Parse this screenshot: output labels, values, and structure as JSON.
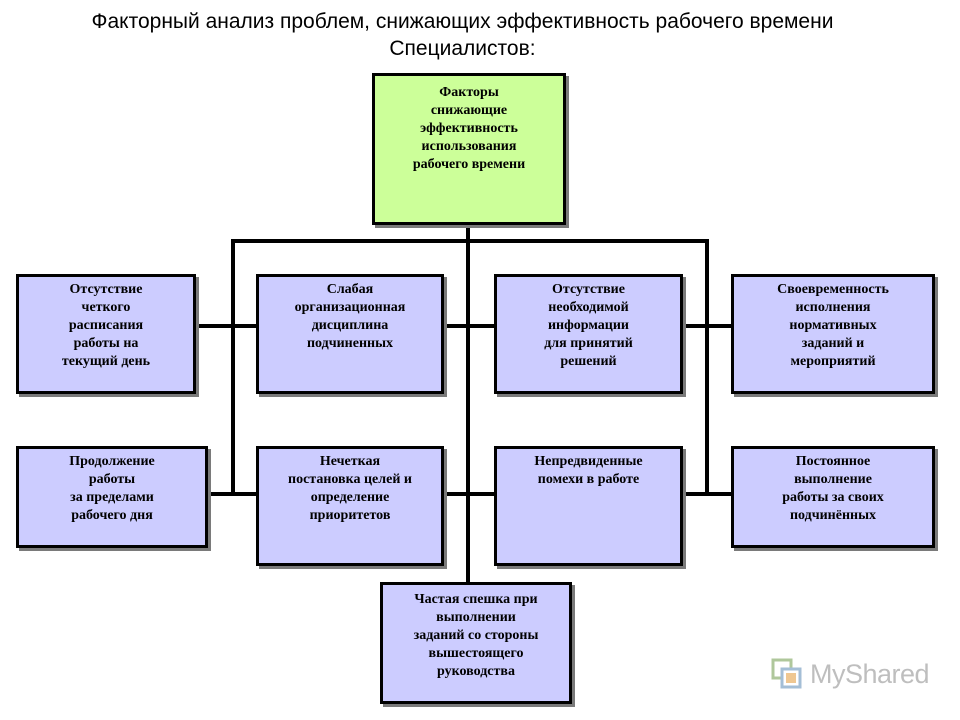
{
  "page": {
    "title_line1": "Факторный анализ проблем, снижающих эффективность рабочего времени",
    "title_line2": "Специалистов:"
  },
  "colors": {
    "root_fill": "#ccff99",
    "node_fill": "#ccccff",
    "border": "#000000",
    "shadow": "#7a7a7a",
    "connector": "#000000"
  },
  "diagram": {
    "root": {
      "label": "Факторы\nснижающие\nэффективность\nиспользования\nрабочего времени"
    },
    "factors": [
      {
        "label": "Отсутствие\nчеткого\nрасписания\nработы на\nтекущий день"
      },
      {
        "label": "Слабая\nорганизационная\nдисциплина\nподчиненных"
      },
      {
        "label": "Отсутствие\nнеобходимой\nинформации\nдля принятий\nрешений"
      },
      {
        "label": "Своевременность\nисполнения\nнормативных\nзаданий и\nмероприятий"
      },
      {
        "label": "Продолжение\nработы\nза пределами\nрабочего дня"
      },
      {
        "label": "Нечеткая\nпостановка целей и\nопределение\nприоритетов"
      },
      {
        "label": "Непредвиденные\nпомехи в работе"
      },
      {
        "label": "Постоянное\nвыполнение\nработы за своих\nподчинённых"
      },
      {
        "label": "Частая спешка при\nвыполнении\nзаданий со стороны\nвышестоящего\nруководства"
      }
    ]
  },
  "watermark": {
    "text": "MyShared",
    "icon": "myshared-logo-icon"
  }
}
